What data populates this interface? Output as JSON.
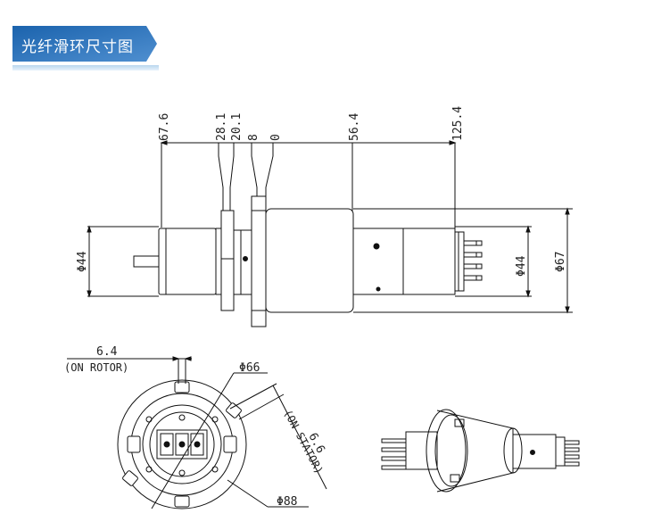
{
  "title": "光纤滑环尺寸图",
  "colors": {
    "tab_dark": "#1b63ad",
    "tab_light": "#6fa9df",
    "line": "#111111"
  },
  "top_dims": [
    "67.6",
    "28.1",
    "20.1",
    "8",
    "0",
    "56.4",
    "125.4"
  ],
  "diameters": {
    "left": "Φ44",
    "right_inner": "Φ44",
    "right_outer": "Φ67"
  },
  "front_view": {
    "rotor_width": "6.4",
    "rotor_note": "(ON ROTOR)",
    "d66": "Φ66",
    "stator_width": "6.6",
    "stator_note": "(ON STATOR)",
    "d88": "Φ88"
  }
}
